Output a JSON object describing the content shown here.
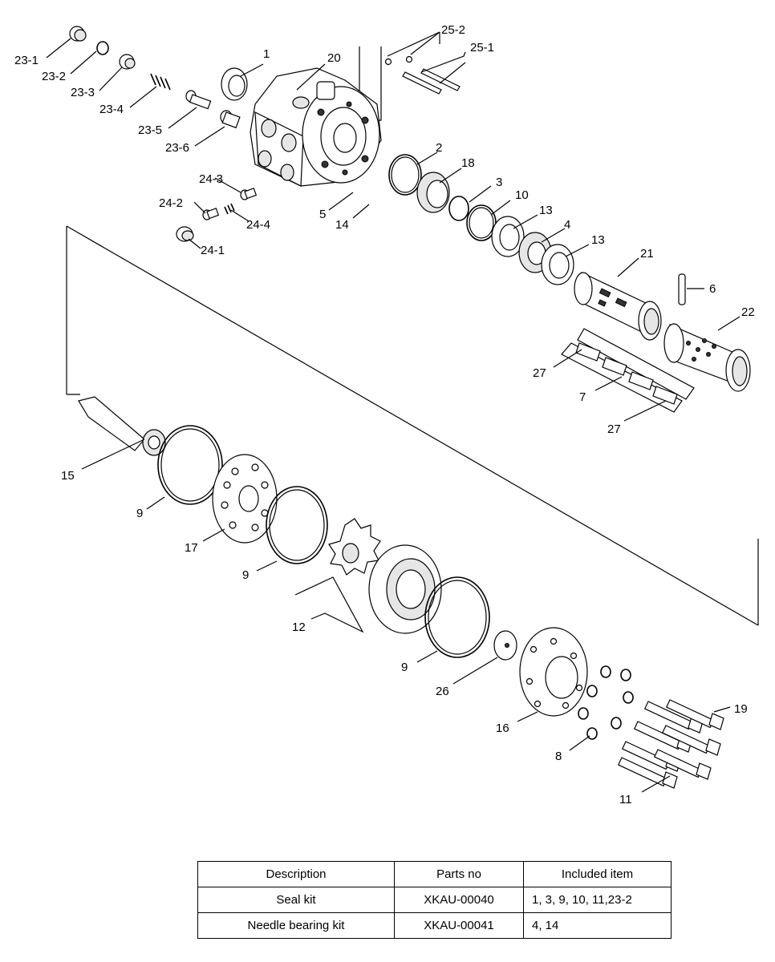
{
  "callouts": [
    {
      "id": "1"
    },
    {
      "id": "2"
    },
    {
      "id": "3"
    },
    {
      "id": "4"
    },
    {
      "id": "5"
    },
    {
      "id": "6"
    },
    {
      "id": "7"
    },
    {
      "id": "8"
    },
    {
      "id": "9"
    },
    {
      "id": "10"
    },
    {
      "id": "11"
    },
    {
      "id": "12"
    },
    {
      "id": "13"
    },
    {
      "id": "14"
    },
    {
      "id": "15"
    },
    {
      "id": "16"
    },
    {
      "id": "17"
    },
    {
      "id": "18"
    },
    {
      "id": "19"
    },
    {
      "id": "20"
    },
    {
      "id": "21"
    },
    {
      "id": "22"
    },
    {
      "id": "26"
    },
    {
      "id": "27"
    },
    {
      "id": "23-1"
    },
    {
      "id": "23-2"
    },
    {
      "id": "23-3"
    },
    {
      "id": "23-4"
    },
    {
      "id": "23-5"
    },
    {
      "id": "23-6"
    },
    {
      "id": "24-1"
    },
    {
      "id": "24-2"
    },
    {
      "id": "24-3"
    },
    {
      "id": "24-4"
    },
    {
      "id": "25-1"
    },
    {
      "id": "25-2"
    }
  ],
  "table": {
    "headers": [
      "Description",
      "Parts no",
      "Included item"
    ],
    "rows": [
      [
        "Seal kit",
        "XKAU-00040",
        "1, 3, 9, 10, 11,23-2"
      ],
      [
        "Needle bearing kit",
        "XKAU-00041",
        "4, 14"
      ]
    ]
  }
}
